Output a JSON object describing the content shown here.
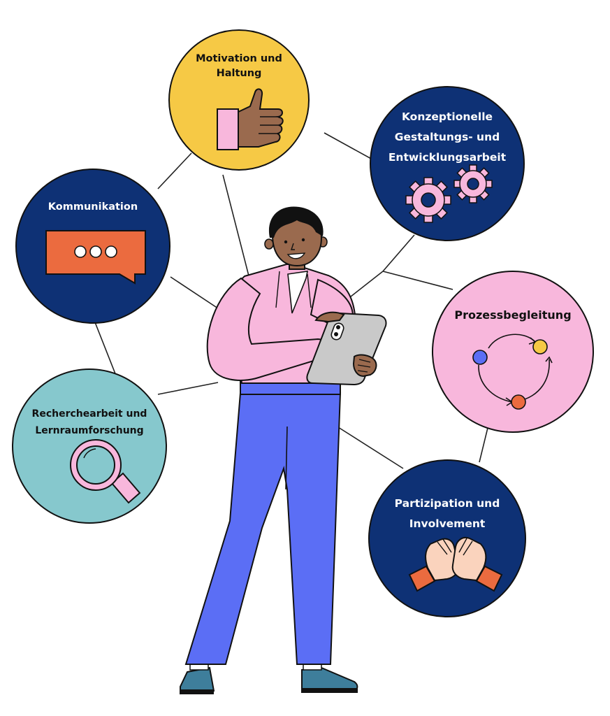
{
  "competences": [
    {
      "id": "motivation",
      "label": "Motivation und\nHaltung",
      "color": "#F6C945",
      "text_color": "#111111",
      "icon": "thumbs-up-icon"
    },
    {
      "id": "konzeption",
      "label": "Konzeptionelle\nGestaltungs- und\nEntwicklungsarbeit",
      "color": "#0E3175",
      "text_color": "#FFFFFF",
      "icon": "gears-icon"
    },
    {
      "id": "kommunikation",
      "label": "Kommunikation",
      "color": "#0E3175",
      "text_color": "#FFFFFF",
      "icon": "speech-bubble-icon"
    },
    {
      "id": "prozess",
      "label": "Prozessbegleitung",
      "color": "#F8B7DC",
      "text_color": "#111111",
      "icon": "cycle-icon"
    },
    {
      "id": "recherche",
      "label": "Recherchearbeit und\nLernraumforschung",
      "color": "#86C8CD",
      "text_color": "#111111",
      "icon": "magnifier-icon"
    },
    {
      "id": "partizipation",
      "label": "Partizipation und\nInvolvement",
      "color": "#0E3175",
      "text_color": "#FFFFFF",
      "icon": "hands-icon"
    }
  ],
  "colors": {
    "navy": "#0E3175",
    "yellow": "#F6C945",
    "pink": "#F8B7DC",
    "teal": "#86C8CD",
    "orange": "#EB6B3F",
    "blue_pants": "#5B6EF5",
    "skin": "#9A6A4E",
    "tablet_gray": "#C9C9C9"
  }
}
